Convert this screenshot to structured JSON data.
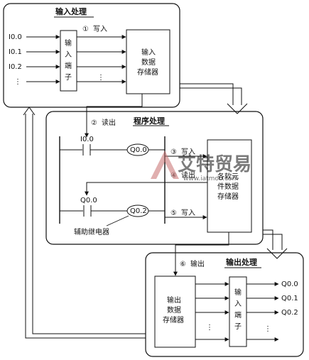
{
  "input_section": {
    "title": "输入处理",
    "step": "①",
    "step_label": "写入",
    "inputs": [
      "I0.0",
      "I0.1",
      "I0.2"
    ],
    "ellipsis": "⋮",
    "terminal_chars": [
      "输",
      "入",
      "端",
      "子"
    ],
    "store_lines": [
      "输入",
      "数据",
      "存储器"
    ]
  },
  "program_section": {
    "title": "程序处理",
    "read_step": "②",
    "read_label": "读出",
    "contact1": "I0.0",
    "coil1": "Q0.0",
    "contact2": "Q0.0",
    "coil2": "Q0.2",
    "relay_label": "辅助继电器",
    "steps": [
      {
        "num": "③",
        "label": "写入"
      },
      {
        "num": "④",
        "label": "读出"
      },
      {
        "num": "⑤",
        "label": "写入"
      }
    ],
    "store_lines": [
      "各软元",
      "件数据",
      "存储器"
    ]
  },
  "output_section": {
    "title": "输出处理",
    "step": "⑥",
    "step_label": "输出",
    "store_lines": [
      "输出",
      "数据",
      "存储器"
    ],
    "terminal_chars": [
      "输",
      "入",
      "端",
      "子"
    ],
    "outputs": [
      "Q0.0",
      "Q0.1",
      "Q0.2"
    ],
    "ellipsis": "⋮"
  },
  "watermark": {
    "text": "艾特贸易",
    "url": "www.iatmoo.com"
  }
}
